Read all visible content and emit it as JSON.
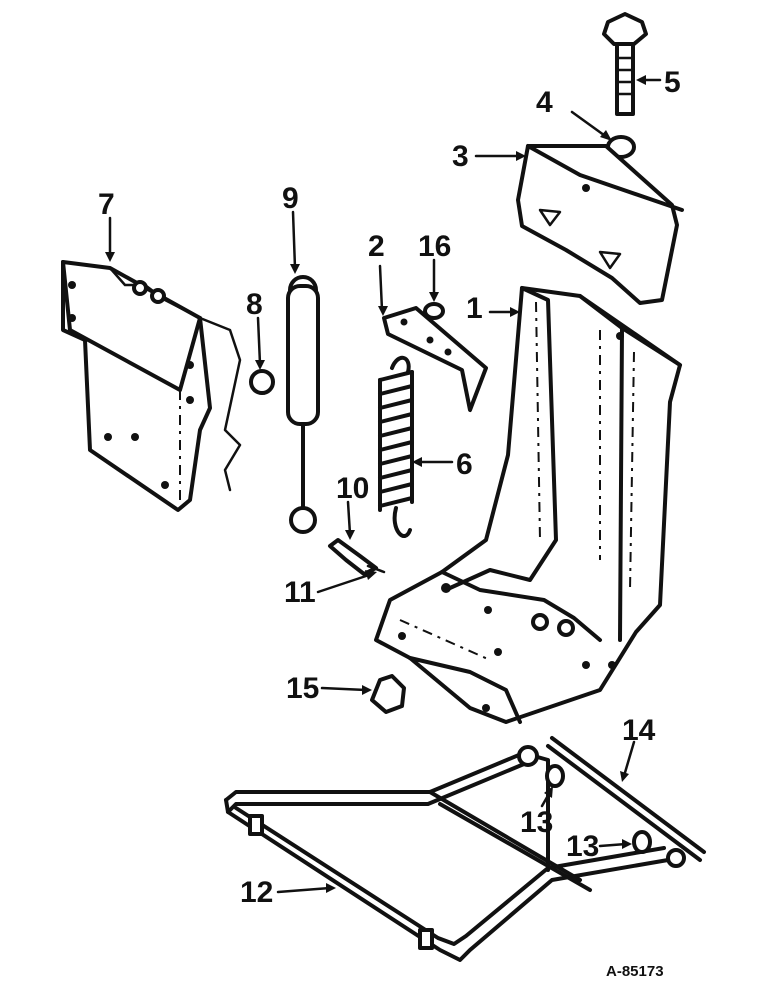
{
  "diagram": {
    "reference_code": "A-85173",
    "callouts": [
      {
        "id": "c1",
        "label": "1"
      },
      {
        "id": "c2",
        "label": "2"
      },
      {
        "id": "c3",
        "label": "3"
      },
      {
        "id": "c4",
        "label": "4"
      },
      {
        "id": "c5",
        "label": "5"
      },
      {
        "id": "c6",
        "label": "6"
      },
      {
        "id": "c7",
        "label": "7"
      },
      {
        "id": "c8",
        "label": "8"
      },
      {
        "id": "c9",
        "label": "9"
      },
      {
        "id": "c10",
        "label": "10"
      },
      {
        "id": "c11",
        "label": "11"
      },
      {
        "id": "c12",
        "label": "12"
      },
      {
        "id": "c13a",
        "label": "13"
      },
      {
        "id": "c13b",
        "label": "13"
      },
      {
        "id": "c14",
        "label": "14"
      },
      {
        "id": "c15",
        "label": "15"
      },
      {
        "id": "c16",
        "label": "16"
      }
    ]
  }
}
